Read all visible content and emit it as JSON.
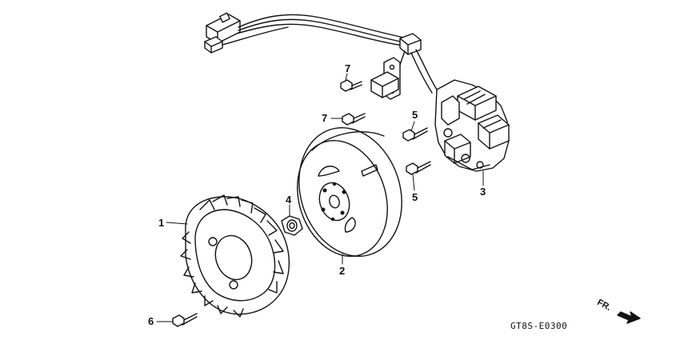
{
  "labels": {
    "p1": "1",
    "p2": "2",
    "p3": "3",
    "p4": "4",
    "p5a": "5",
    "p5b": "5",
    "p6": "6",
    "p7a": "7",
    "p7b": "7"
  },
  "diagram_code": "GT8S-E0300",
  "direction_label": "FR."
}
